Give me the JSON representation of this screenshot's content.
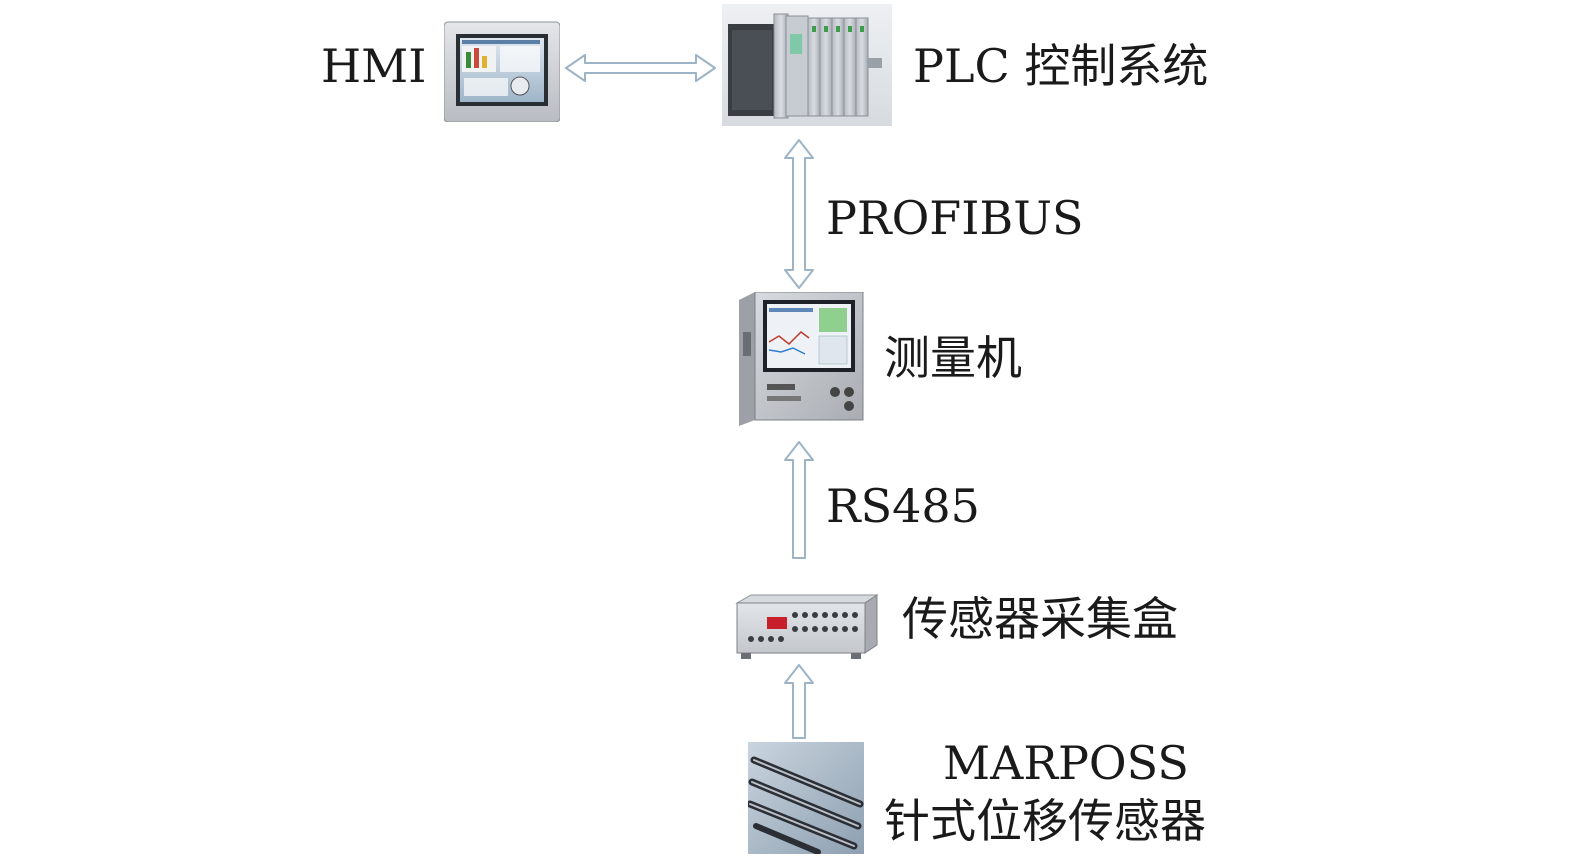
{
  "nodes": {
    "hmi": {
      "label": "HMI"
    },
    "plc": {
      "label": "PLC 控制系统"
    },
    "measuring_machine": {
      "label": "测量机"
    },
    "collector_box": {
      "label": "传感器采集盒"
    },
    "sensor": {
      "label_line1": "MARPOSS",
      "label_line2": "针式位移传感器"
    }
  },
  "links": {
    "plc_to_machine": {
      "label": "PROFIBUS",
      "direction": "bidirectional"
    },
    "box_to_machine": {
      "label": "RS485",
      "direction": "up"
    },
    "hmi_to_plc": {
      "direction": "bidirectional"
    },
    "sensor_to_box": {
      "direction": "up"
    }
  },
  "colors": {
    "arrow_fill": "#ffffff",
    "arrow_stroke": "#9db3c6",
    "device_gray": "#c9ccd0",
    "screen_blue": "#4f86c6",
    "display_red": "#c8202a"
  }
}
